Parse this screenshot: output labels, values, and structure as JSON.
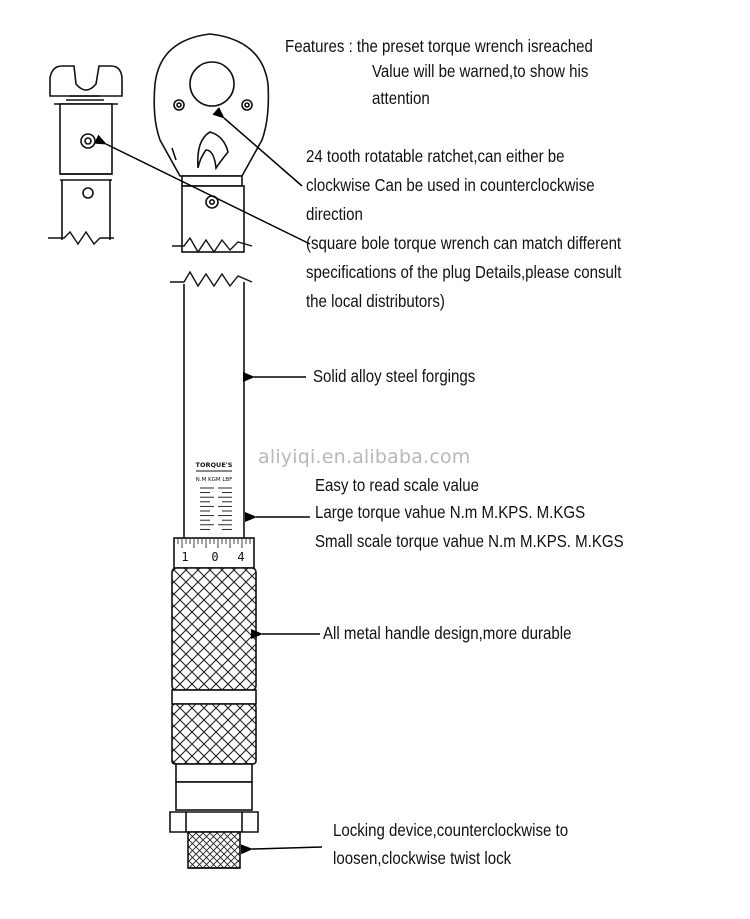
{
  "watermark": "aliyiqi.en.alibaba.com",
  "annotations": {
    "features": [
      "Features : the preset torque wrench isreached",
      "Value will be warned,to show his",
      "attention"
    ],
    "ratchet": [
      "24 tooth rotatable ratchet,can either be",
      "clockwise Can be used in counterclockwise",
      "direction"
    ],
    "square": [
      "(square bole torque wrench can match different",
      "specifications of the plug Details,please consult",
      "the local distributors)"
    ],
    "steel": "Solid alloy steel forgings",
    "scale": [
      "Easy to read scale value",
      "Large torque vahue N.m M.KPS.  M.KGS",
      "Small scale torque vahue N.m  M.KPS.  M.KGS"
    ],
    "handle": "All metal handle design,more durable",
    "locking": [
      "Locking device,counterclockwise to",
      "loosen,clockwise twist lock"
    ]
  },
  "scale_labels": {
    "top": "TORQUE'S",
    "sub": "N.M  KGM  LBF",
    "digits": [
      "1",
      "0",
      "4"
    ]
  }
}
